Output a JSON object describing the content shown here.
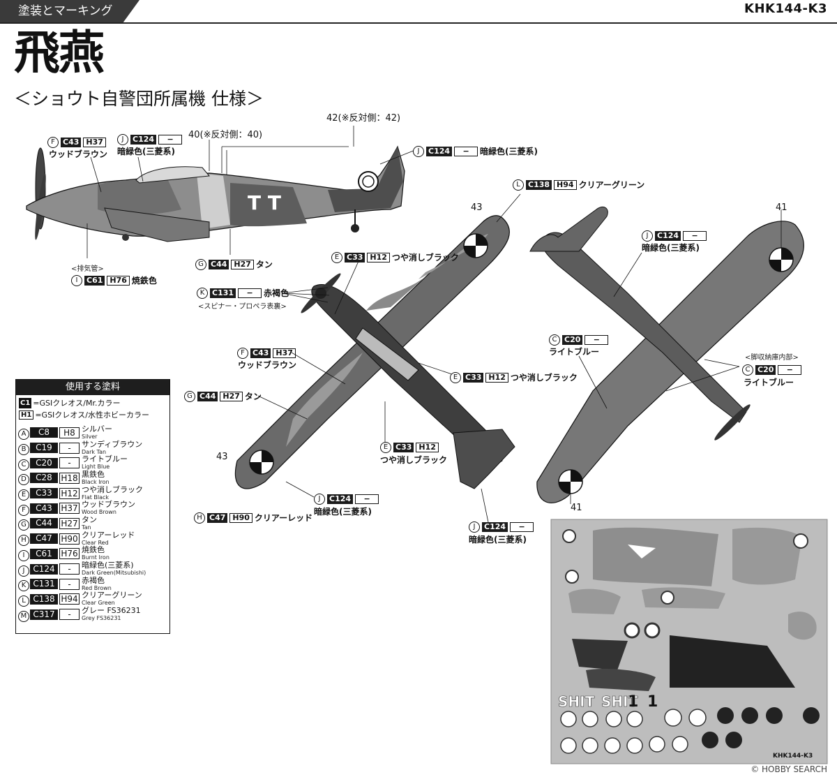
{
  "header": {
    "section": "塗装とマーキング",
    "product_code": "KHK144-K3"
  },
  "title": "飛燕",
  "subtitle": "＜ショウト自警団所属機 仕様＞",
  "side_view": {
    "callouts": [
      {
        "letter": "F",
        "code": "C43",
        "hobby": "H37",
        "name": "ウッドブラウン"
      },
      {
        "letter": "J",
        "code": "C124",
        "hobby": "−",
        "name": "暗緑色(三菱系)"
      },
      {
        "letter": "J",
        "code": "C124",
        "hobby": "−",
        "name": "暗緑色(三菱系)"
      },
      {
        "letter": "G",
        "code": "C44",
        "hobby": "H27",
        "name": "タン"
      },
      {
        "letter": "I",
        "code": "C61",
        "hobby": "H76",
        "name": "焼鉄色",
        "note": "<排気管>"
      }
    ],
    "numbers": [
      "40(※反対側：40)",
      "42(※反対側：42)"
    ]
  },
  "top_view": {
    "callouts": [
      {
        "letter": "L",
        "code": "C138",
        "hobby": "H94",
        "name": "クリアーグリーン"
      },
      {
        "letter": "E",
        "code": "C33",
        "hobby": "H12",
        "name": "つや消しブラック"
      },
      {
        "letter": "K",
        "code": "C131",
        "hobby": "−",
        "name": "赤褐色",
        "note": "<スピナー・プロペラ表裏>"
      },
      {
        "letter": "F",
        "code": "C43",
        "hobby": "H37",
        "name": "ウッドブラウン"
      },
      {
        "letter": "E",
        "code": "C33",
        "hobby": "H12",
        "name": "つや消しブラック"
      },
      {
        "letter": "G",
        "code": "C44",
        "hobby": "H27",
        "name": "タン"
      },
      {
        "letter": "E",
        "code": "C33",
        "hobby": "H12",
        "name": "つや消しブラック"
      },
      {
        "letter": "J",
        "code": "C124",
        "hobby": "−",
        "name": "暗緑色(三菱系)"
      },
      {
        "letter": "H",
        "code": "C47",
        "hobby": "H90",
        "name": "クリアーレッド"
      },
      {
        "letter": "J",
        "code": "C124",
        "hobby": "−",
        "name": "暗緑色(三菱系)"
      }
    ],
    "numbers": [
      "43",
      "43"
    ]
  },
  "bottom_view": {
    "callouts": [
      {
        "letter": "J",
        "code": "C124",
        "hobby": "−",
        "name": "暗緑色(三菱系)"
      },
      {
        "letter": "C",
        "code": "C20",
        "hobby": "−",
        "name": "ライトブルー"
      },
      {
        "letter": "C",
        "code": "C20",
        "hobby": "−",
        "name": "ライトブルー",
        "note": "<脚収納庫内部>"
      }
    ],
    "numbers": [
      "41",
      "41"
    ]
  },
  "legend": {
    "title": "使用する塗料",
    "key1_box": "C1",
    "key1_text": "=GSIクレオス/Mr.カラー",
    "key2_box": "H1",
    "key2_text": "=GSIクレオス/水性ホビーカラー",
    "rows": [
      {
        "letter": "A",
        "c": "C8",
        "h": "H8",
        "jp": "シルバー",
        "en": "Silver"
      },
      {
        "letter": "B",
        "c": "C19",
        "h": "-",
        "jp": "サンディブラウン",
        "en": "Dark Tan"
      },
      {
        "letter": "C",
        "c": "C20",
        "h": "-",
        "jp": "ライトブルー",
        "en": "Light Blue"
      },
      {
        "letter": "D",
        "c": "C28",
        "h": "H18",
        "jp": "黒鉄色",
        "en": "Black Iron"
      },
      {
        "letter": "E",
        "c": "C33",
        "h": "H12",
        "jp": "つや消しブラック",
        "en": "Flat Black"
      },
      {
        "letter": "F",
        "c": "C43",
        "h": "H37",
        "jp": "ウッドブラウン",
        "en": "Wood Brown"
      },
      {
        "letter": "G",
        "c": "C44",
        "h": "H27",
        "jp": "タン",
        "en": "Tan"
      },
      {
        "letter": "H",
        "c": "C47",
        "h": "H90",
        "jp": "クリアーレッド",
        "en": "Clear Red"
      },
      {
        "letter": "I",
        "c": "C61",
        "h": "H76",
        "jp": "焼鉄色",
        "en": "Burnt Iron"
      },
      {
        "letter": "J",
        "c": "C124",
        "h": "-",
        "jp": "暗緑色(三菱系)",
        "en": "Dark Green(Mitsubishi)"
      },
      {
        "letter": "K",
        "c": "C131",
        "h": "-",
        "jp": "赤褐色",
        "en": "Red Brown"
      },
      {
        "letter": "L",
        "c": "C138",
        "h": "H94",
        "jp": "クリアーグリーン",
        "en": "Clear Green"
      },
      {
        "letter": "M",
        "c": "C317",
        "h": "-",
        "jp": "グレー FS36231",
        "en": "Grey FS36231"
      }
    ]
  },
  "decal_sheet": {
    "code": "KHK144-K3",
    "marks": [
      "SHIT",
      "SHIT",
      "1",
      "1"
    ]
  },
  "watermark": "© HOBBY SEARCH"
}
